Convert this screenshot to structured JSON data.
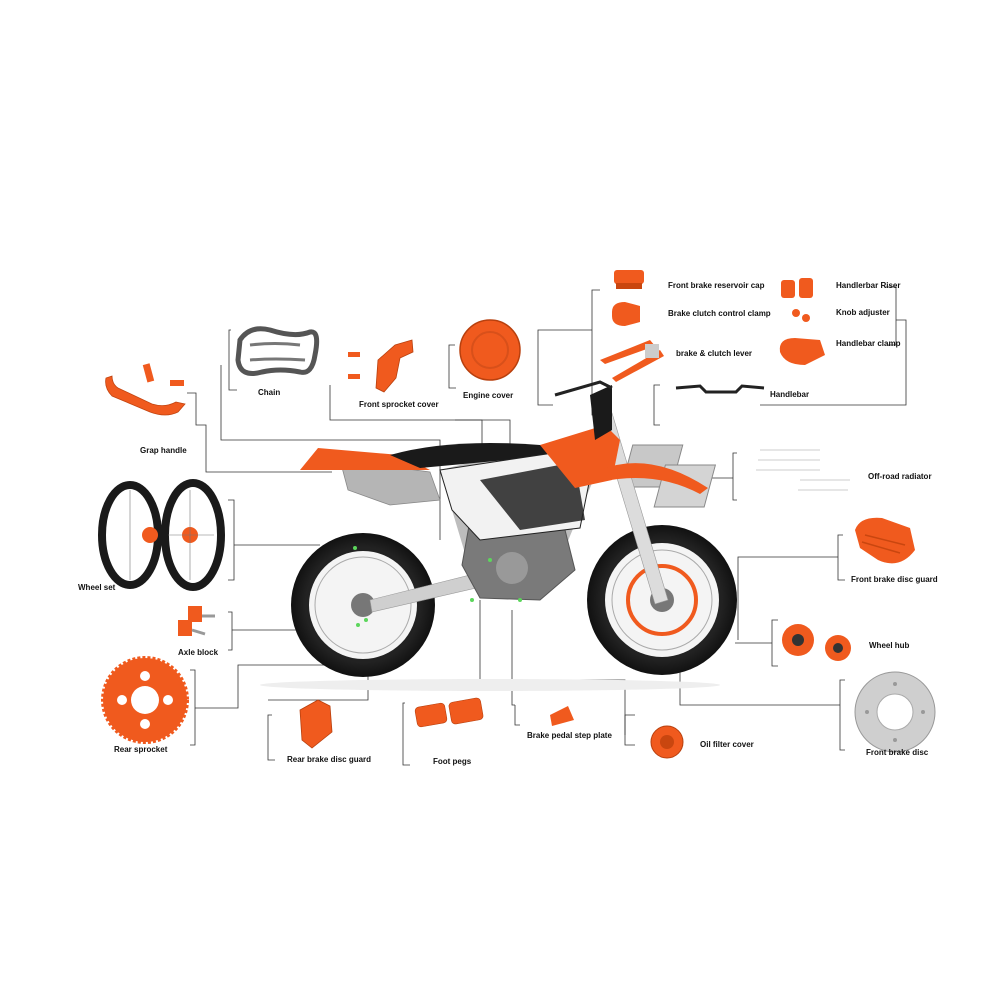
{
  "labels": {
    "grap_handle": "Grap handle",
    "chain": "Chain",
    "front_sprocket_cover": "Front sprocket cover",
    "engine_cover": "Engine cover",
    "front_brake_reservoir_cap": "Front brake reservoir cap",
    "brake_clutch_control_clamp": "Brake clutch control clamp",
    "brake_clutch_lever": "brake & clutch lever",
    "handlerbar_riser": "Handlerbar Riser",
    "knob_adjuster": "Knob adjuster",
    "handlebar_clamp": "Handlebar clamp",
    "handlebar": "Handlebar",
    "offroad_radiator": "Off-road radiator",
    "front_brake_disc_guard": "Front brake disc guard",
    "wheel_hub": "Wheel hub",
    "front_brake_disc": "Front brake disc",
    "oil_filter_cover": "Oil filter cover",
    "brake_pedal_step_plate": "Brake pedal step plate",
    "foot_pegs": "Foot pegs",
    "rear_brake_disc_guard": "Rear brake disc guard",
    "rear_sprocket": "Rear sprocket",
    "axle_block": "Axle block",
    "wheel_set": "Wheel set"
  },
  "colors": {
    "part_orange": "#f05a1e",
    "bike_black": "#1a1a1a",
    "leader_line": "#333333",
    "radiator_silver": "#c8c8c8"
  }
}
